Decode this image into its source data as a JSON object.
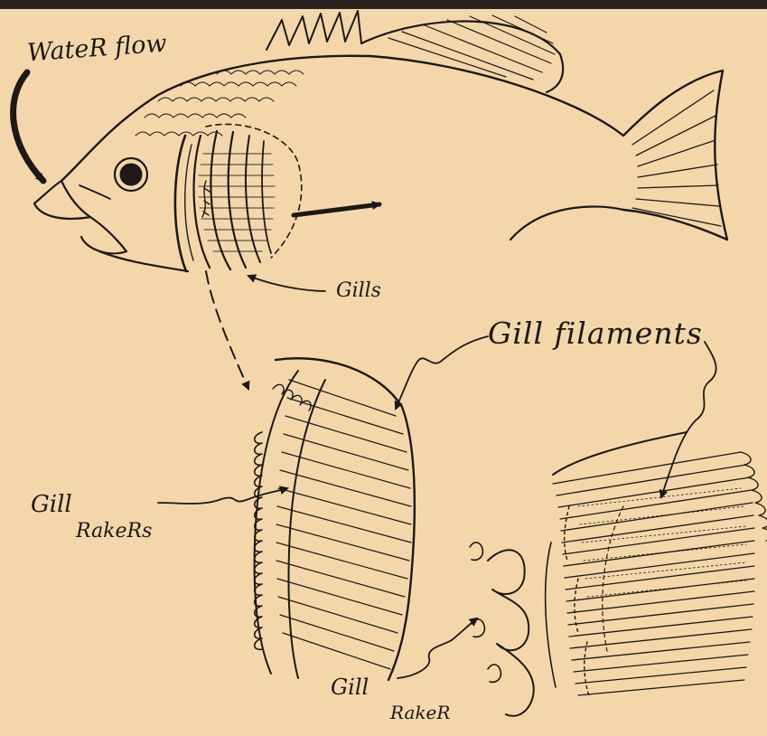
{
  "labels": {
    "water_flow": "WateR flow",
    "gills": "Gills",
    "gill_filaments": "Gill filaments",
    "gill_rakers_line1": "Gill",
    "gill_rakers_line2": "RakeRs",
    "gill_raker_line1": "Gill",
    "gill_raker_line2": "RakeR"
  },
  "colors": {
    "paper": "#f3d7ab",
    "ink": "#1c1916",
    "border": "#2a2420"
  }
}
